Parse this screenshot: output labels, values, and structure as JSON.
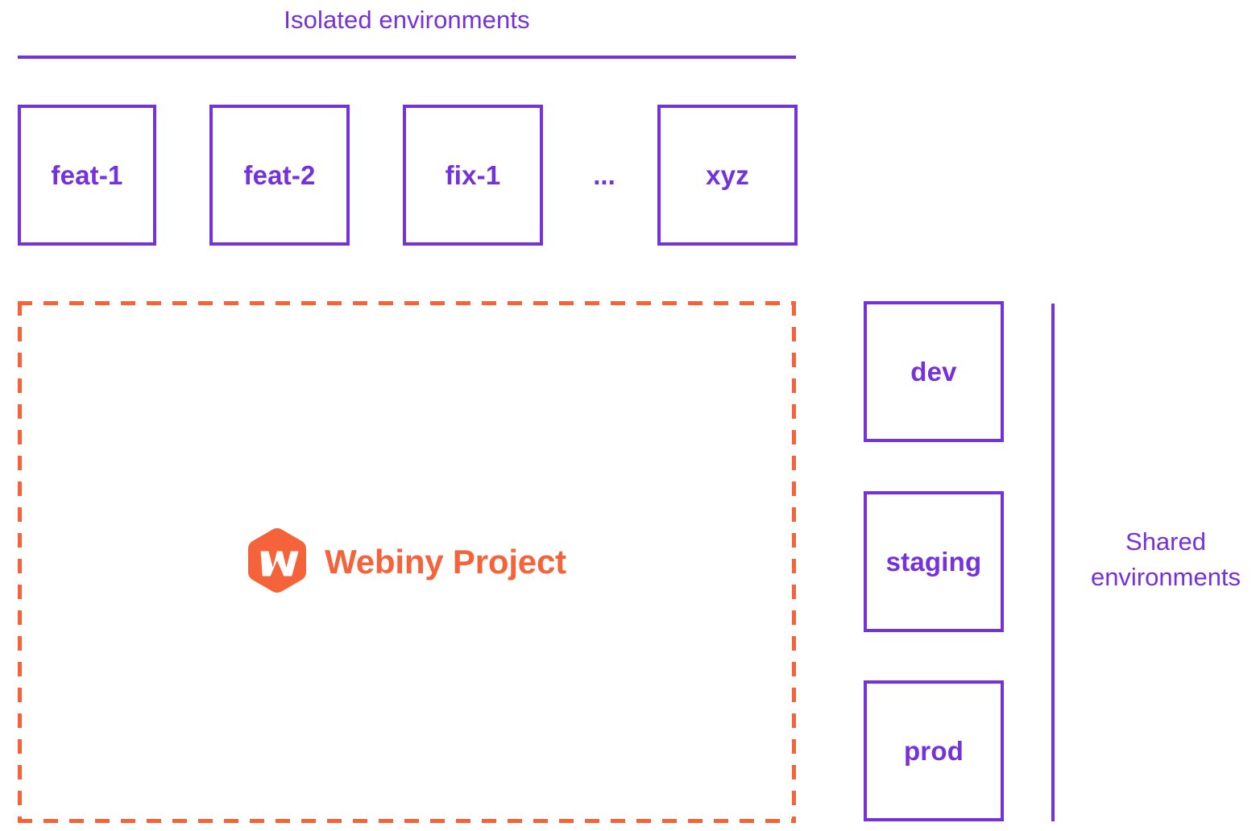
{
  "colors": {
    "purple": "#7431DC",
    "orange": "#F4633A",
    "background": "#FFFFFF"
  },
  "isolated": {
    "title": "Isolated environments",
    "boxes": [
      {
        "label": "feat-1",
        "name": "feat-1"
      },
      {
        "label": "feat-2",
        "name": "feat-2"
      },
      {
        "label": "fix-1",
        "name": "fix-1"
      },
      {
        "label": "xyz",
        "name": "xyz"
      }
    ],
    "ellipsis": "..."
  },
  "project": {
    "logo_icon": "webiny-hexagon-logo-icon",
    "logo_letter": "W",
    "title": "Webiny Project",
    "border_style": "dashed"
  },
  "shared": {
    "caption_line_1": "Shared",
    "caption_line_2": "environments",
    "boxes": [
      {
        "label": "dev",
        "name": "dev"
      },
      {
        "label": "staging",
        "name": "staging"
      },
      {
        "label": "prod",
        "name": "prod"
      }
    ]
  }
}
